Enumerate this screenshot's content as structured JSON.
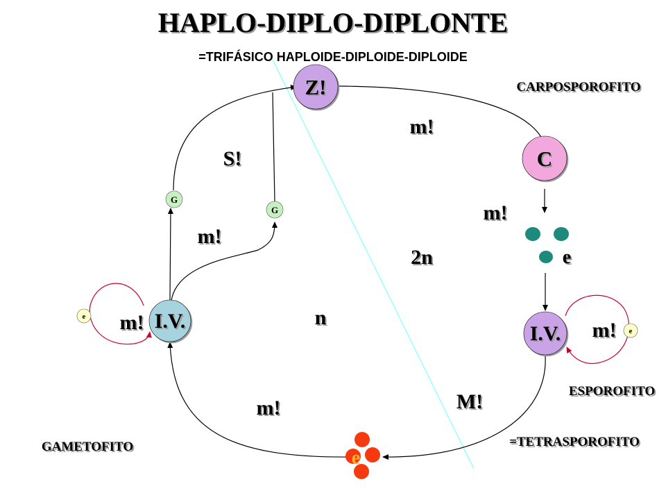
{
  "title": "HAPLO-DIPLO-DIPLONTE",
  "subtitle": "=TRIFÁSICO HAPLOIDE-DIPLOIDE-DIPLOIDE",
  "phases": {
    "carposporofito": "CARPOSPOROFITO",
    "esporofito": "ESPOROFITO",
    "tetrasporofito": "=TETRASPOROFITO",
    "gametofito": "GAMETOFITO"
  },
  "nodes": {
    "zygote": "Z!",
    "carposporophyte": "C",
    "iv_left": "I.V.",
    "iv_right": "I.V.",
    "gamete_1": "G",
    "gamete_2": "G",
    "spore_e_top": "e",
    "spore_e_bottom": "e",
    "small_e_left": "e",
    "small_e_right": "e"
  },
  "labels": {
    "m_top": "m!",
    "s": "S!",
    "m_right": "m!",
    "m_gametes": "m!",
    "two_n": "2n",
    "n": "n",
    "m_left_loop": "m!",
    "m_right_loop": "m!",
    "meiosis": "M!",
    "m_bottom": "m!"
  },
  "colors": {
    "zygote_fill": "#c9a3e6",
    "carpo_fill": "#f2a8dc",
    "iv_left_fill": "#a7d3de",
    "iv_right_fill": "#c9a3e6",
    "spore_teal": "#1e8a7c",
    "spore_red": "#f53a0f",
    "gamete_fill": "#c6f0c2",
    "small_e_fill": "#ffffc8",
    "loop_red": "#cc0033",
    "divider": "#99ffff"
  }
}
